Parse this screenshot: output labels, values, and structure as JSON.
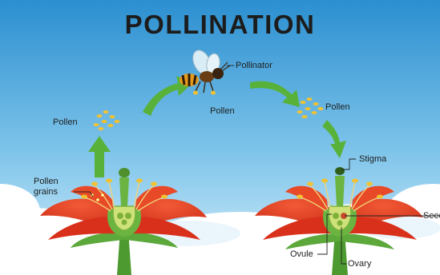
{
  "title": "POLLINATION",
  "labels": {
    "pollinator": "Pollinator",
    "pollen_left": "Pollen",
    "pollen_center": "Pollen",
    "pollen_right": "Pollen",
    "pollen_grains_line1": "Pollen",
    "pollen_grains_line2": "grains",
    "stigma": "Stigma",
    "seed": "Seed",
    "ovule": "Ovule",
    "ovary": "Ovary"
  },
  "colors": {
    "sky_top": "#2b8fd0",
    "sky_bottom": "#cfeaf8",
    "petal": "#e23b22",
    "petal_dark": "#b52314",
    "stem": "#5aa23a",
    "ovary": "#cfe27a",
    "arrow": "#58b23a",
    "pollen": "#f2c230",
    "bee_body": "#e59a1c"
  }
}
